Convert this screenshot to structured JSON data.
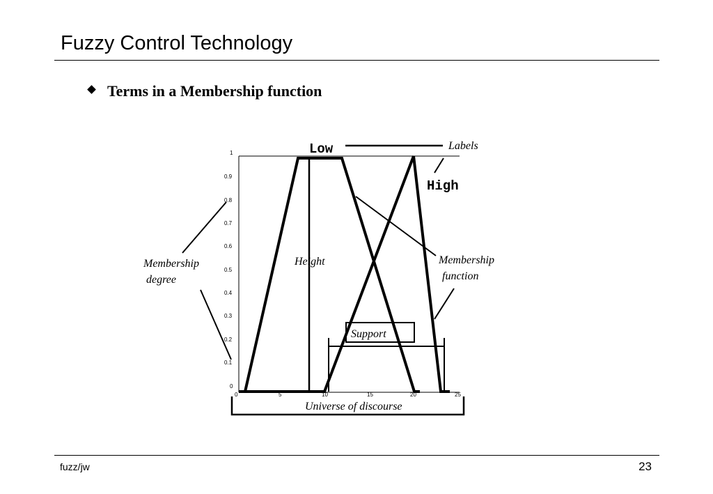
{
  "slide": {
    "title": "Fuzzy Control Technology",
    "bullet": "Terms in a Membership function"
  },
  "figure": {
    "y_ticks": [
      "1",
      "0.9",
      "0.8",
      "0.7",
      "0.6",
      "0.5",
      "0.4",
      "0.3",
      "0.2",
      "0.1",
      "0"
    ],
    "x_ticks": [
      "0",
      "5",
      "10",
      "15",
      "20",
      "25"
    ],
    "labels": {
      "low": "Low",
      "high": "High",
      "labels": "Labels",
      "membership_degree_line1": "Membership",
      "membership_degree_line2": "degree",
      "height": "Height",
      "membership_function_line1": "Membership",
      "membership_function_line2": "function",
      "support": "Support",
      "universe": "Universe of discourse"
    }
  },
  "footer": {
    "left": "fuzz/jw",
    "page_number": "23"
  }
}
